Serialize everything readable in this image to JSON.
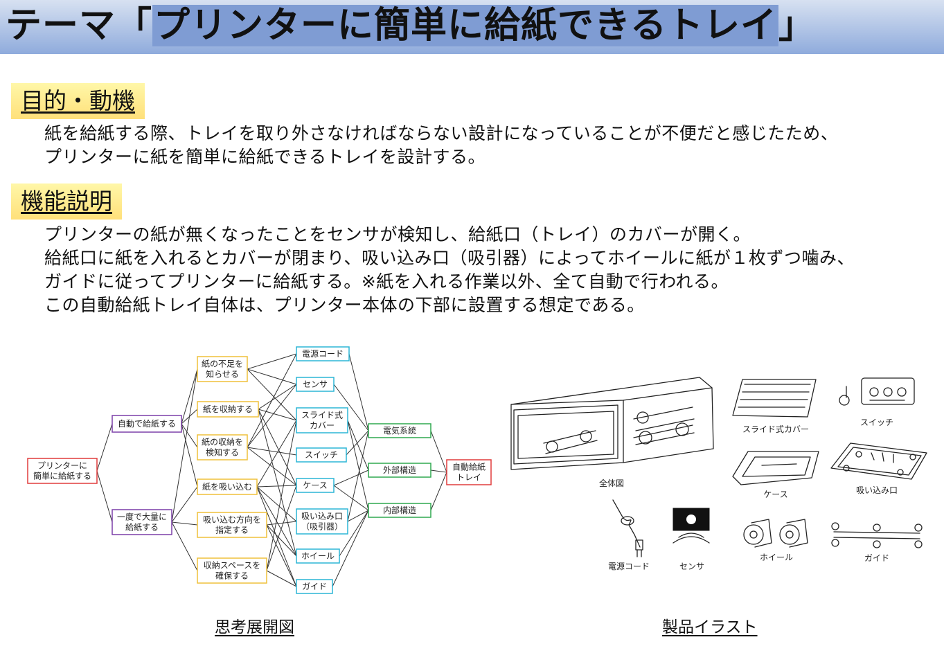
{
  "header": {
    "title_prefix": "テーマ「",
    "title_highlight": "プリンターに簡単に給紙できるトレイ",
    "title_suffix": "」"
  },
  "purpose": {
    "heading": "目的・動機",
    "lines": [
      "紙を給紙する際、トレイを取り外さなければならない設計になっていることが不便だと感じたため、",
      "プリンターに紙を簡単に給紙できるトレイを設計する。"
    ]
  },
  "function": {
    "heading": "機能説明",
    "lines": [
      "プリンターの紙が無くなったことをセンサが検知し、給紙口（トレイ）のカバーが開く。",
      "給紙口に紙を入れるとカバーが閉まり、吸い込み口（吸引器）によってホイールに紙が１枚ずつ噛み、",
      "ガイドに従ってプリンターに給紙する。※紙を入れる作業以外、全て自動で行われる。",
      "この自動給紙トレイ自体は、プリンター本体の下部に設置する想定である。"
    ]
  },
  "colors": {
    "red": "#e03c3c",
    "purple": "#7c3fa8",
    "yellow": "#efc13a",
    "cyan": "#2bb5d6",
    "green": "#2fa84f"
  },
  "mindmap": {
    "caption": "思考展開図",
    "root": [
      "プリンターに",
      "簡単に給紙する"
    ],
    "level1": [
      [
        "自動で給紙する"
      ],
      [
        "一度で大量に",
        "給紙する"
      ]
    ],
    "level2": [
      [
        "紙の不足を",
        "知らせる"
      ],
      [
        "紙を収納する"
      ],
      [
        "紙の収納を",
        "検知する"
      ],
      [
        "紙を吸い込む"
      ],
      [
        "吸い込む方向を",
        "指定する"
      ],
      [
        "収納スペースを",
        "確保する"
      ]
    ],
    "parts": [
      [
        "電源コード"
      ],
      [
        "センサ"
      ],
      [
        "スライド式",
        "カバー"
      ],
      [
        "スイッチ"
      ],
      [
        "ケース"
      ],
      [
        "吸い込み口",
        "（吸引器）"
      ],
      [
        "ホイール"
      ],
      [
        "ガイド"
      ]
    ],
    "systems": [
      [
        "電気系統"
      ],
      [
        "外部構造"
      ],
      [
        "内部構造"
      ]
    ],
    "goal": [
      "自動給紙",
      "トレイ"
    ]
  },
  "illustration": {
    "caption": "製品イラスト",
    "labels": {
      "overall": "全体図",
      "cover": "スライド式カバー",
      "switch": "スイッチ",
      "case": "ケース",
      "inlet": "吸い込み口",
      "cord": "電源コード",
      "sensor": "センサ",
      "wheel": "ホイール",
      "guide": "ガイド"
    }
  }
}
